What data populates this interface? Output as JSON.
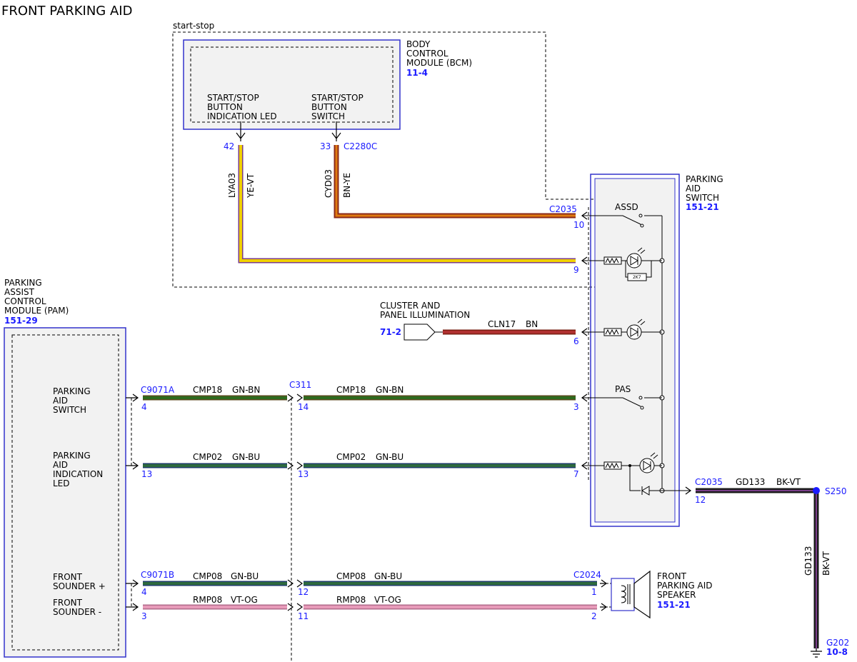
{
  "title": "FRONT PARKING AID",
  "start_stop_label": "start-stop",
  "bcm": {
    "name_lines": [
      "BODY",
      "CONTROL",
      "MODULE (BCM)"
    ],
    "ref": "11-4",
    "led_label": [
      "START/STOP",
      "BUTTON",
      "INDICATION LED"
    ],
    "switch_label": [
      "START/STOP",
      "BUTTON",
      "SWITCH"
    ],
    "pin_led": "42",
    "pin_switch": "33",
    "connector": "C2280C"
  },
  "wires": {
    "lya03": {
      "circuit": "LYA03",
      "color": "YE-VT"
    },
    "cyd03": {
      "circuit": "CYD03",
      "color": "BN-YE"
    },
    "cln17": {
      "circuit": "CLN17",
      "color": "BN"
    },
    "cmp18": {
      "circuit": "CMP18",
      "color": "GN-BN"
    },
    "cmp02": {
      "circuit": "CMP02",
      "color": "GN-BU"
    },
    "cmp08": {
      "circuit": "CMP08",
      "color": "GN-BU"
    },
    "rmp08": {
      "circuit": "RMP08",
      "color": "VT-OG"
    },
    "gd133": {
      "circuit": "GD133",
      "color": "BK-VT"
    }
  },
  "parking_aid_switch": {
    "name_lines": [
      "PARKING",
      "AID",
      "SWITCH"
    ],
    "ref": "151-21",
    "connector": "C2035",
    "assd": "ASSD",
    "pas": "PAS",
    "resistor_value": "2K7",
    "pins": {
      "assd": "10",
      "led": "9",
      "illum": "6",
      "pas": "3",
      "ind": "7"
    }
  },
  "cluster": {
    "name_lines": [
      "CLUSTER AND",
      "PANEL ILLUMINATION"
    ],
    "ref": "71-2"
  },
  "pam": {
    "name_lines": [
      "PARKING",
      "ASSIST",
      "CONTROL",
      "MODULE (PAM)"
    ],
    "ref": "151-29",
    "switch_label": [
      "PARKING",
      "AID",
      "SWITCH"
    ],
    "led_label": [
      "PARKING",
      "AID",
      "INDICATION",
      "LED"
    ],
    "sounder_pos": "FRONT",
    "sounder_pos2": "SOUNDER +",
    "sounder_neg": "FRONT",
    "sounder_neg2": "SOUNDER -",
    "connector_a": "C9071A",
    "connector_b": "C9071B",
    "pin_switch": "4",
    "pin_led": "13",
    "pin_pos": "4",
    "pin_neg": "3"
  },
  "inline": {
    "connector": "C311",
    "pin_cmp18": "14",
    "pin_cmp02": "13",
    "pin_cmp08": "12",
    "pin_rmp08": "11"
  },
  "speaker": {
    "name_lines": [
      "FRONT",
      "PARKING AID",
      "SPEAKER"
    ],
    "ref": "151-21",
    "connector": "C2024",
    "pin_pos": "1",
    "pin_neg": "2"
  },
  "ground": {
    "connector": "C2035",
    "pin": "12",
    "splice": "S250",
    "ground_id": "G202",
    "ref": "10-8"
  },
  "colors": {
    "module_border": "#3333cc",
    "module_fill": "#f2f2f2",
    "yellow": "#f0d000",
    "violet": "#7a3d8a",
    "brown": "#8a2a1a",
    "orange": "#e07a10",
    "dark_red": "#b03030",
    "green": "#2e6a1e",
    "blue_green": "#1d5a5a",
    "pink": "#e79ab9",
    "black": "#1b1b1b",
    "link_blue": "#1a1aff"
  }
}
